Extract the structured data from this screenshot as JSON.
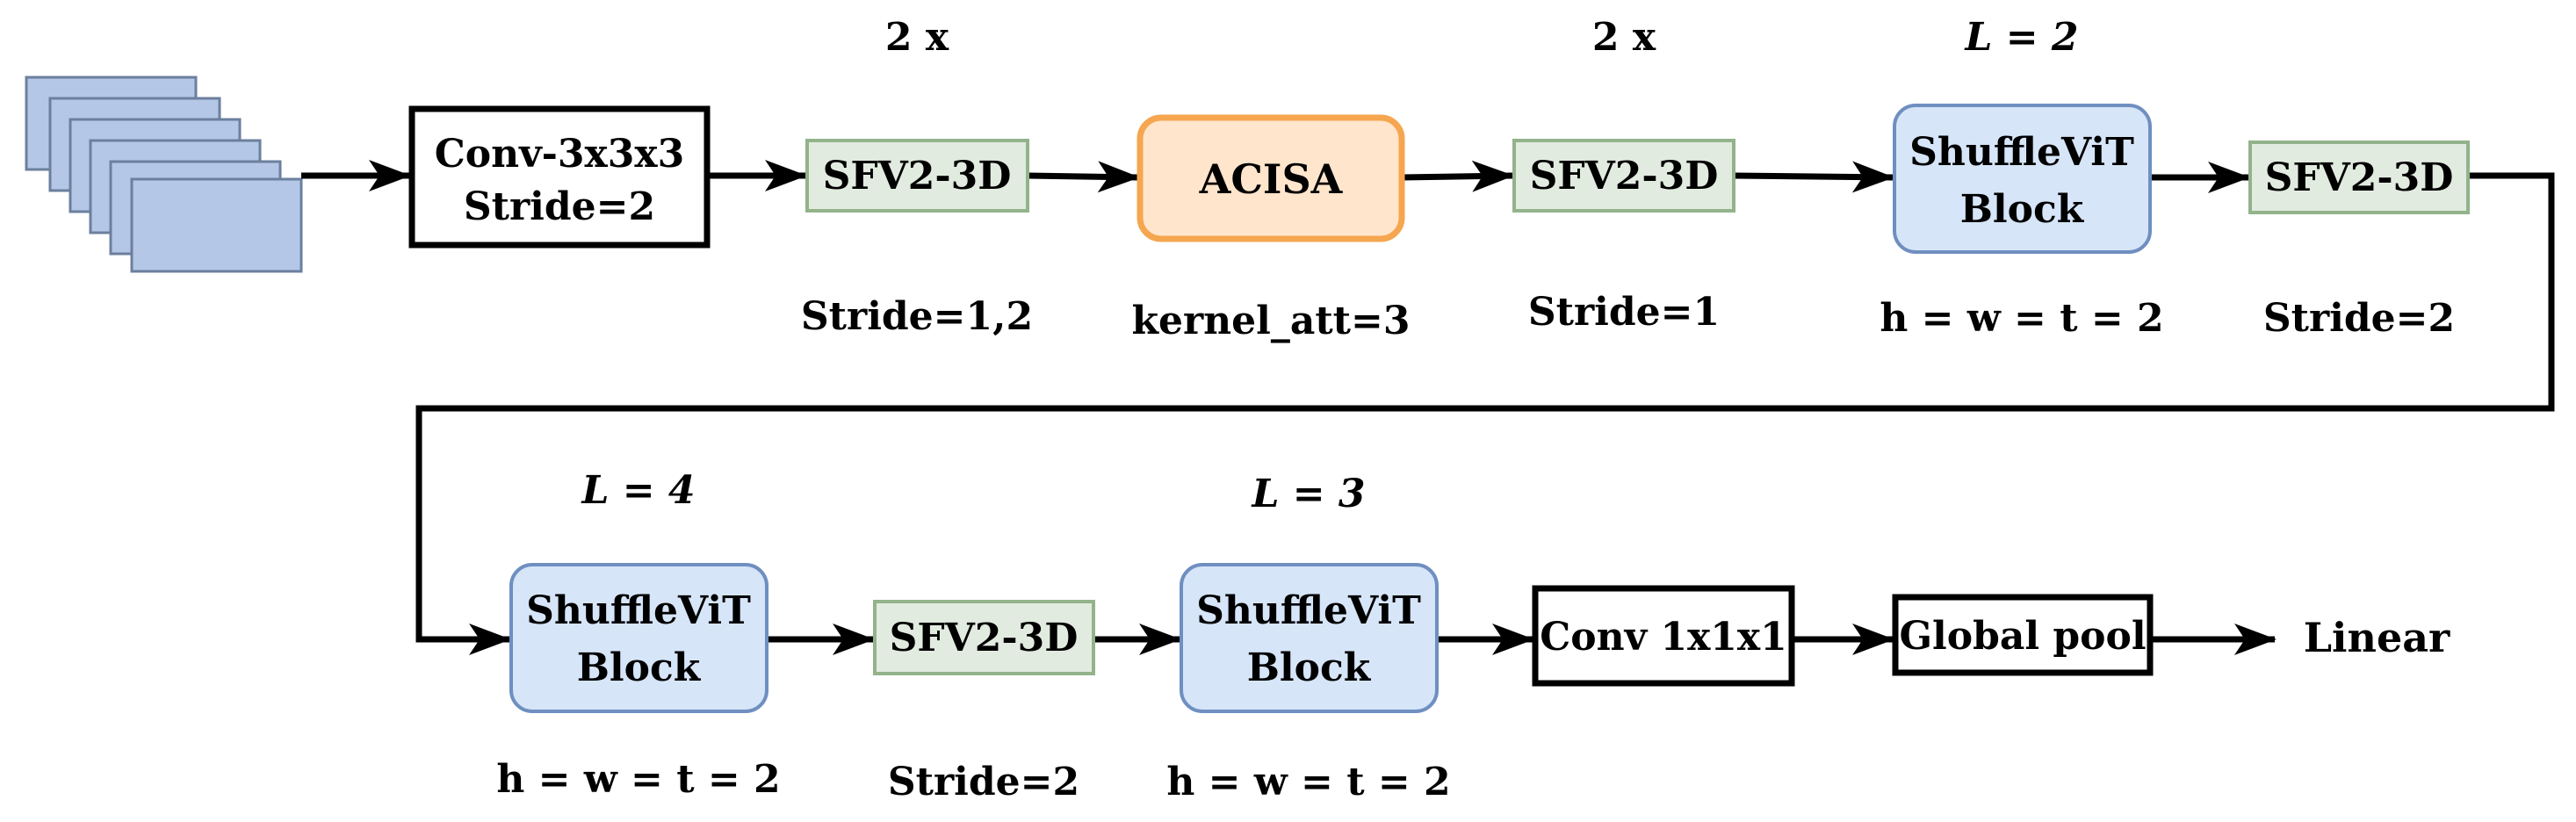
{
  "colors": {
    "input_frame_fill": "#b4c7e7",
    "input_frame_stroke": "#6c7f9e",
    "sfv_fill": "#e2ebe0",
    "sfv_stroke": "#93b38b",
    "acisa_fill": "#ffe5cc",
    "acisa_stroke": "#f5a64f",
    "vit_fill": "#d6e5f8",
    "vit_stroke": "#6f8fc0",
    "plain_fill": "#ffffff",
    "plain_stroke": "#000000",
    "line": "#000000"
  },
  "nodes": {
    "conv3": [
      "Conv-3x3x3",
      "Stride=2"
    ],
    "sfv1": [
      "SFV2-3D"
    ],
    "acisa": [
      "ACISA"
    ],
    "sfv2": [
      "SFV2-3D"
    ],
    "vit1": [
      "ShuffleViT",
      "Block"
    ],
    "sfv3": [
      "SFV2-3D"
    ],
    "vit2": [
      "ShuffleViT",
      "Block"
    ],
    "sfv4": [
      "SFV2-3D"
    ],
    "vit3": [
      "ShuffleViT",
      "Block"
    ],
    "conv1": [
      "Conv 1x1x1"
    ],
    "pool": [
      "Global pool"
    ],
    "linear": [
      "Linear"
    ]
  },
  "labels": {
    "sfv1_top": "2 x",
    "sfv1_bottom": "Stride=1,2",
    "acisa_bottom": "kernel_att=3",
    "sfv2_top": "2 x",
    "sfv2_bottom": "Stride=1",
    "vit1_top": "L = 2",
    "vit1_bottom": "h = w = t = 2",
    "sfv3_bottom": "Stride=2",
    "vit2_top": "L = 4",
    "vit2_bottom": "h = w = t = 2",
    "sfv4_bottom": "Stride=2",
    "vit3_top": "L = 3",
    "vit3_bottom": "h = w = t = 2"
  }
}
